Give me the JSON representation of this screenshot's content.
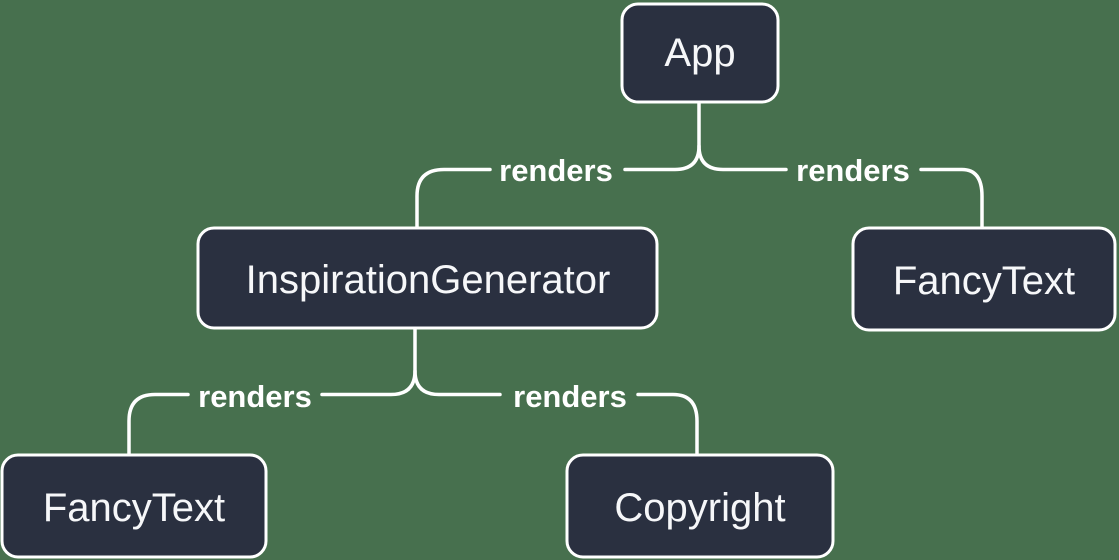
{
  "diagram": {
    "type": "tree",
    "description": "React render tree diagram",
    "colors": {
      "background": "#47704E",
      "node_fill": "#2A3040",
      "node_border": "#FFFFFF",
      "edge_line": "#FFFFFF",
      "node_text": "#F6F7F9",
      "edge_text": "#FFFFFF"
    },
    "nodes": [
      {
        "id": "app",
        "label": "App"
      },
      {
        "id": "inspiration-generator",
        "label": "InspirationGenerator"
      },
      {
        "id": "fancy-text-top",
        "label": "FancyText"
      },
      {
        "id": "fancy-text-bottom",
        "label": "FancyText"
      },
      {
        "id": "copyright",
        "label": "Copyright"
      }
    ],
    "edges": [
      {
        "from": "App",
        "to": "InspirationGenerator",
        "label": "renders"
      },
      {
        "from": "App",
        "to": "FancyText",
        "label": "renders"
      },
      {
        "from": "InspirationGenerator",
        "to": "FancyText",
        "label": "renders"
      },
      {
        "from": "InspirationGenerator",
        "to": "Copyright",
        "label": "renders"
      }
    ]
  }
}
